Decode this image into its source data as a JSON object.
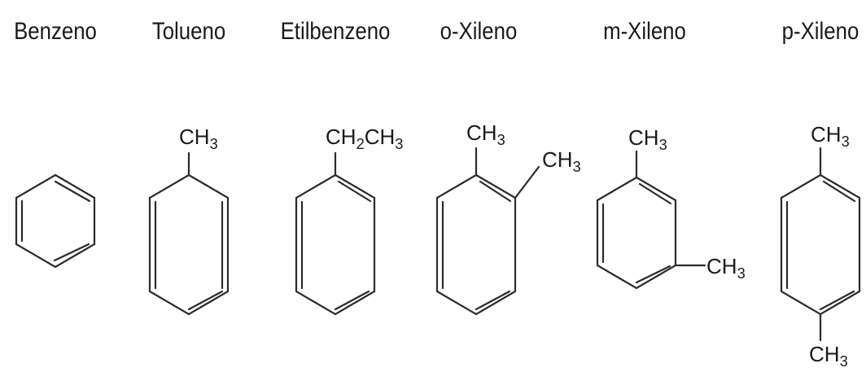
{
  "compounds": [
    {
      "name": "Benzeno",
      "substituents": []
    },
    {
      "name": "Tolueno",
      "substituents": [
        {
          "main": "CH",
          "sub": "3",
          "tail": ""
        }
      ]
    },
    {
      "name": "Etilbenzeno",
      "substituents": [
        {
          "main": "CH",
          "sub": "2",
          "tail": "CH",
          "sub2": "3"
        }
      ]
    },
    {
      "name": "o-Xileno",
      "substituents": [
        {
          "main": "CH",
          "sub": "3"
        },
        {
          "main": "CH",
          "sub": "3"
        }
      ]
    },
    {
      "name": "m-Xileno",
      "substituents": [
        {
          "main": "CH",
          "sub": "3"
        },
        {
          "main": "CH",
          "sub": "3"
        }
      ]
    },
    {
      "name": "p-Xileno",
      "substituents": [
        {
          "main": "CH",
          "sub": "3"
        },
        {
          "main": "CH",
          "sub": "3"
        }
      ]
    }
  ],
  "colors": {
    "ink": "#1a1a1a",
    "background": "#ffffff"
  }
}
